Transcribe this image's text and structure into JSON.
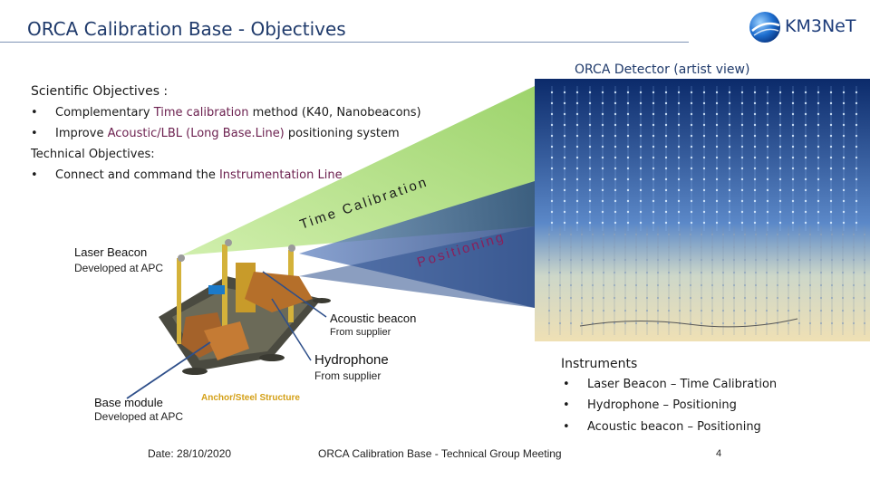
{
  "header": {
    "title": "ORCA Calibration Base - Objectives",
    "logo_text": "KM3NeT",
    "brand_color": "#1f3a6b"
  },
  "detector": {
    "label": "ORCA Detector (artist view)"
  },
  "objectives": {
    "scientific_heading": "Scientific Objectives :",
    "scientific_items": [
      {
        "pre": "Complementary ",
        "highlight": "Time calibration",
        "post": " method (K40, Nanobeacons)"
      },
      {
        "pre": "Improve ",
        "highlight": "Acoustic/LBL (Long Base.Line)",
        "post": " positioning system"
      }
    ],
    "technical_heading": "Technical Objectives:",
    "technical_items": [
      {
        "pre": "Connect and command the ",
        "highlight": "Instrumentation Line",
        "post": ""
      }
    ],
    "bullet": "•"
  },
  "beams": {
    "time_calibration": "Time Calibration",
    "positioning": "Positioning",
    "time_color": "#a8d878",
    "positioning_color": "#3e5c95"
  },
  "components": {
    "laser_beacon": "Laser Beacon",
    "laser_beacon_sub": "Developed at APC",
    "acoustic_beacon": "Acoustic beacon",
    "acoustic_beacon_sub": "From supplier",
    "hydrophone": "Hydrophone",
    "hydrophone_sub": "From supplier",
    "base_module": "Base module",
    "base_module_sub": "Developed at APC",
    "anchor": "Anchor/Steel Structure"
  },
  "instruments": {
    "heading": "Instruments",
    "items": [
      {
        "name": "Laser Beacon",
        "sep": " – ",
        "role": "Time Calibration"
      },
      {
        "name": "Hydrophone",
        "sep": " – ",
        "role": "Positioning"
      },
      {
        "name": "Acoustic beacon",
        "sep": " – ",
        "role": "Positioning"
      }
    ]
  },
  "footer": {
    "date": "Date: 28/10/2020",
    "meeting": "ORCA Calibration Base  - Technical Group Meeting",
    "page": "4"
  }
}
